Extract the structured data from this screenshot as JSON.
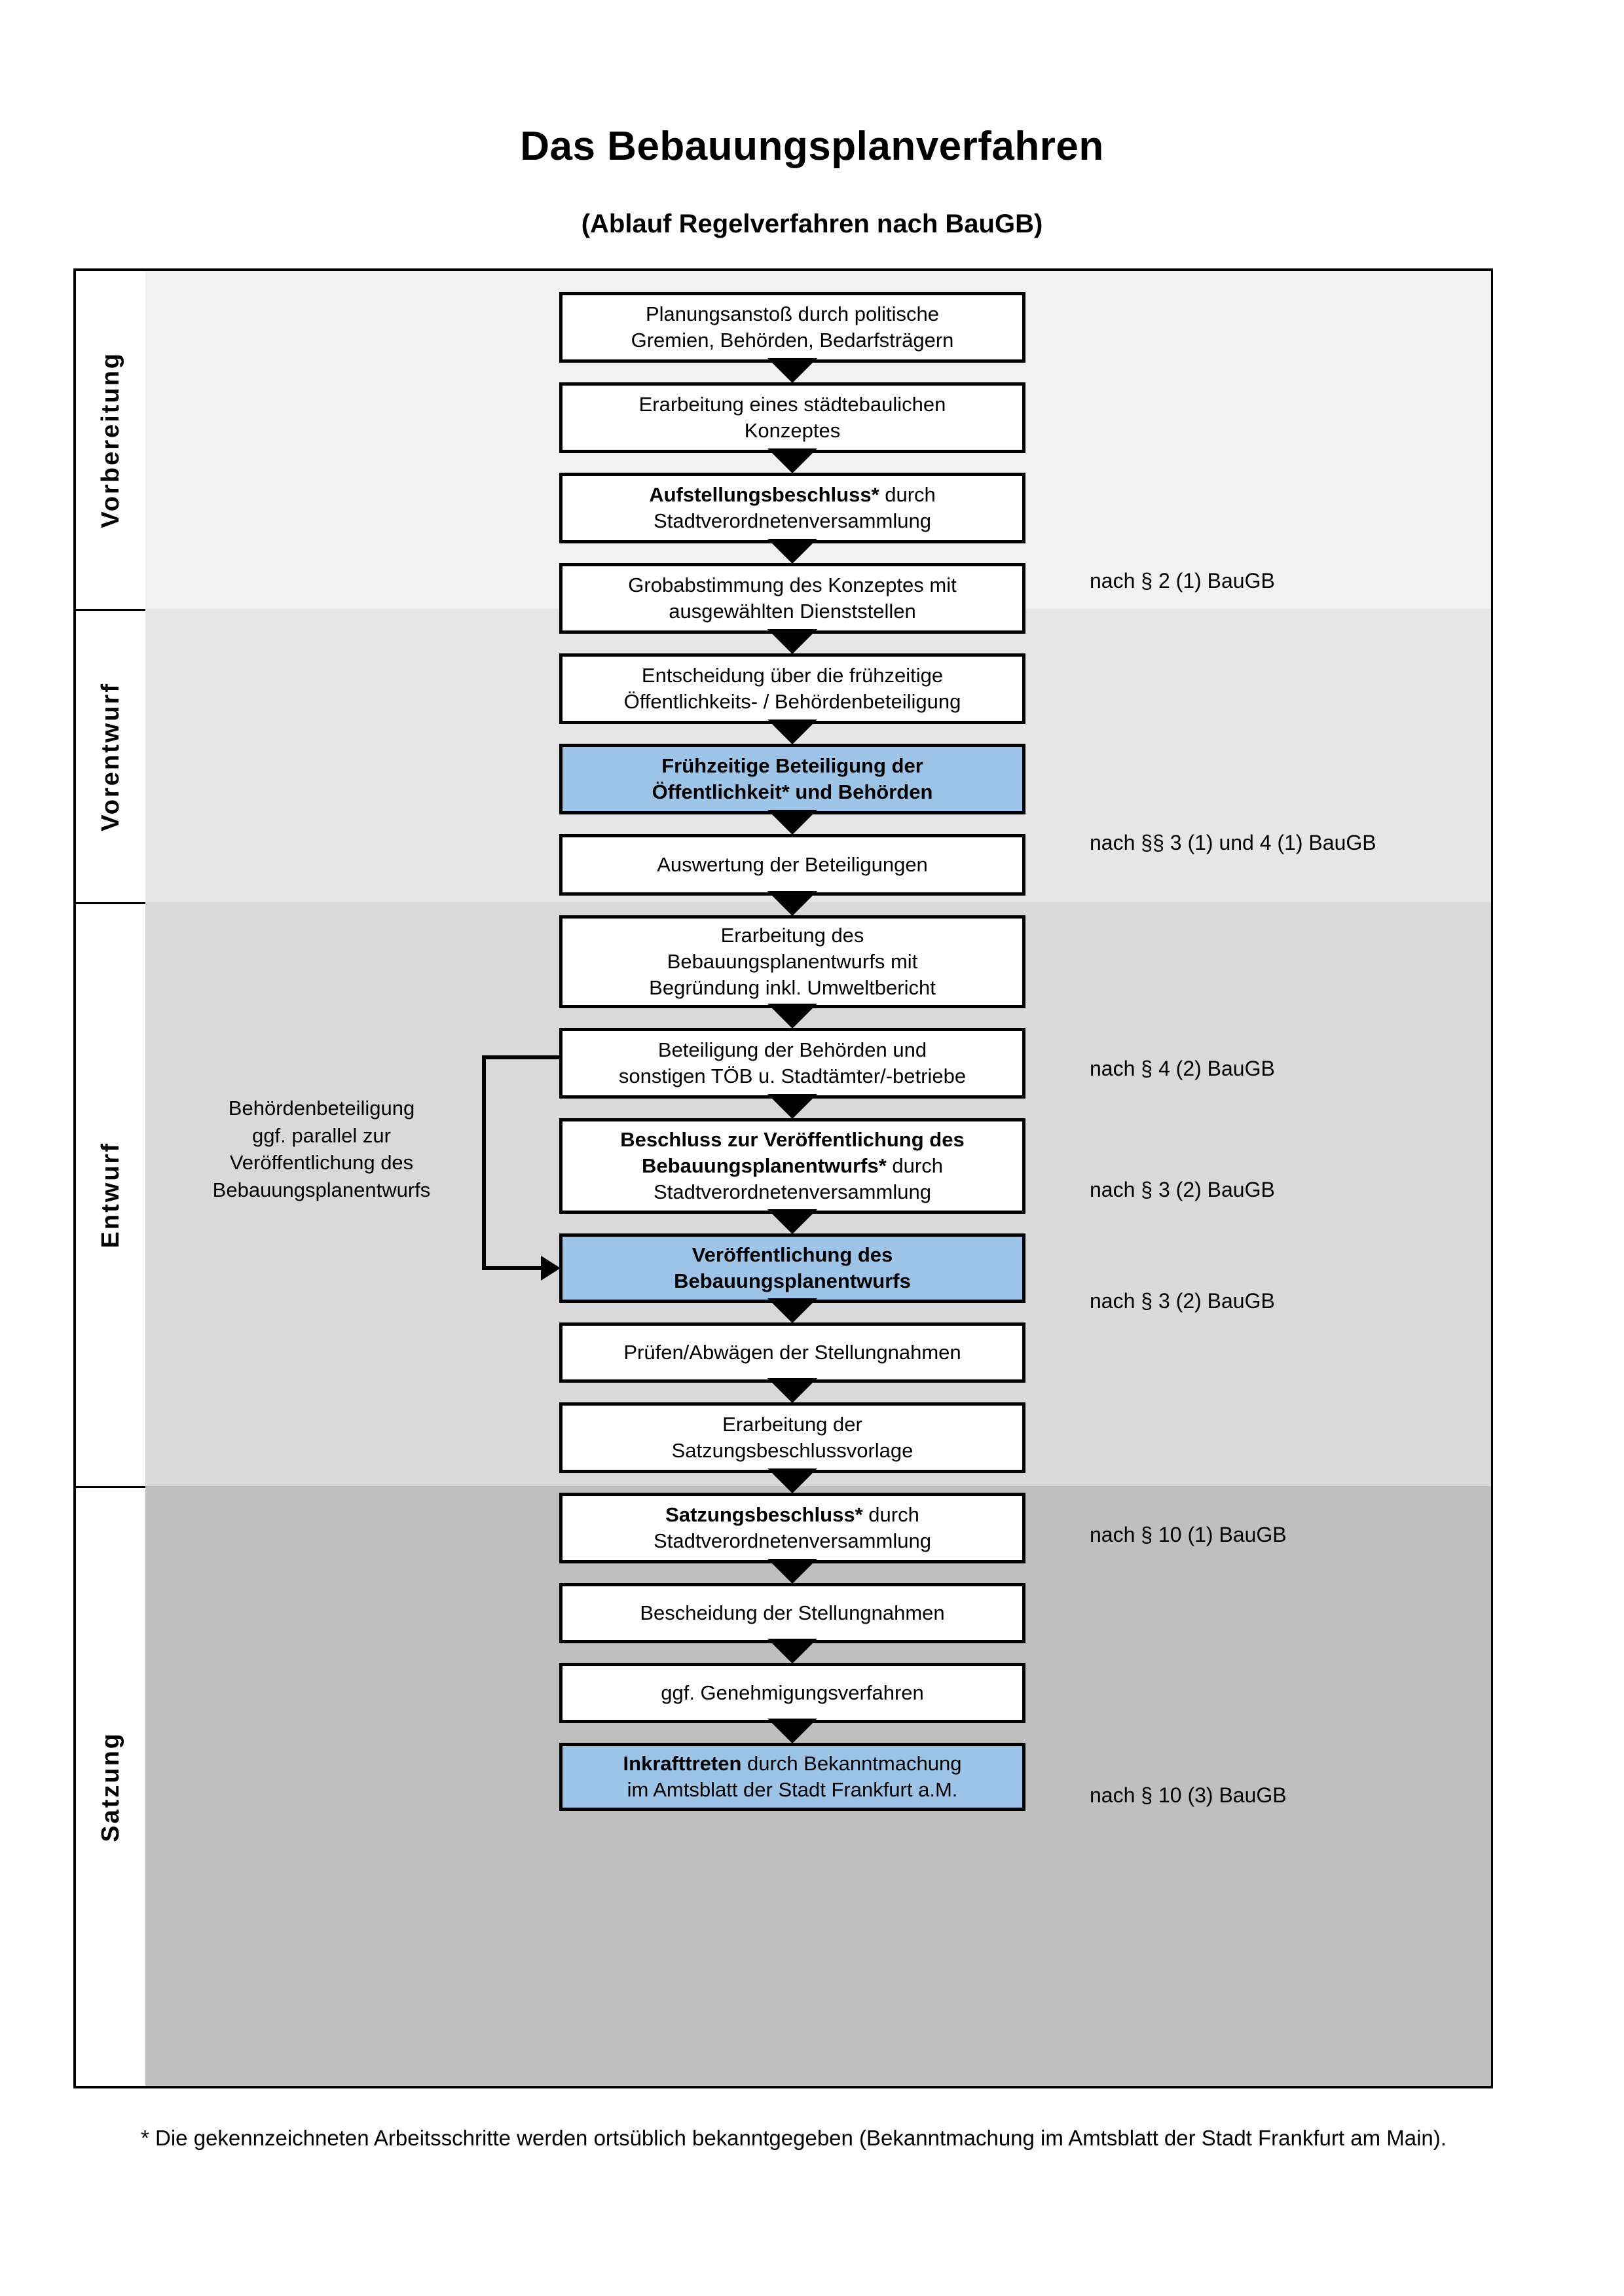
{
  "header": {
    "title": "Das Bebauungsplanverfahren",
    "subtitle": "(Ablauf Regelverfahren nach BauGB)"
  },
  "colors": {
    "highlight_blue": "#9DC3E6",
    "band_1": "#F1F1F1",
    "band_2": "#E6E6E6",
    "band_3": "#D9D9D9",
    "band_4": "#BFBFBF",
    "stroke": "#000000"
  },
  "phases": [
    {
      "label": "Vorbereitung"
    },
    {
      "label": "Vorentwurf"
    },
    {
      "label": "Entwurf"
    },
    {
      "label": "Satzung"
    }
  ],
  "side_note": {
    "lines": [
      "Behördenbeteiligung",
      "ggf. parallel zur",
      "Veröffentlichung des",
      "Bebauungsplanentwurfs"
    ]
  },
  "steps": [
    {
      "id": "planungsanstoss",
      "phase": "Vorbereitung",
      "highlight": false,
      "lines": [
        {
          "text": "Planungsanstoß durch politische",
          "bold": false
        },
        {
          "text": "Gremien, Behörden, Bedarfsträgern",
          "bold": false
        }
      ]
    },
    {
      "id": "staedtebauliches-konzept",
      "phase": "Vorbereitung",
      "highlight": false,
      "lines": [
        {
          "text": "Erarbeitung eines städtebaulichen",
          "bold": false
        },
        {
          "text": "Konzeptes",
          "bold": false
        }
      ]
    },
    {
      "id": "aufstellungsbeschluss",
      "phase": "Vorbereitung",
      "highlight": false,
      "lines": [
        {
          "text": "Aufstellungsbeschluss*",
          "bold": true,
          "suffix": " durch"
        },
        {
          "text": "Stadtverordnetenversammlung",
          "bold": false
        }
      ]
    },
    {
      "id": "grobabstimmung",
      "phase": "Vorentwurf",
      "highlight": false,
      "lines": [
        {
          "text": "Grobabstimmung des Konzeptes mit",
          "bold": false
        },
        {
          "text": "ausgewählten Dienststellen",
          "bold": false
        }
      ]
    },
    {
      "id": "entscheidung-fruehzeitige",
      "phase": "Vorentwurf",
      "highlight": false,
      "lines": [
        {
          "text": "Entscheidung über die frühzeitige",
          "bold": false
        },
        {
          "text": "Öffentlichkeits- / Behördenbeteiligung",
          "bold": false
        }
      ]
    },
    {
      "id": "fruehzeitige-beteiligung",
      "phase": "Vorentwurf",
      "highlight": true,
      "lines": [
        {
          "text": "Frühzeitige Beteiligung der",
          "bold": true
        },
        {
          "text": "Öffentlichkeit* und Behörden",
          "bold": true
        }
      ]
    },
    {
      "id": "auswertung",
      "phase": "Entwurf",
      "highlight": false,
      "lines": [
        {
          "text": "Auswertung der Beteiligungen",
          "bold": false
        }
      ]
    },
    {
      "id": "erarbeitung-entwurf",
      "phase": "Entwurf",
      "highlight": false,
      "lines": [
        {
          "text": "Erarbeitung des",
          "bold": false
        },
        {
          "text": "Bebauungsplanentwurfs mit",
          "bold": false
        },
        {
          "text": "Begründung inkl. Umweltbericht",
          "bold": false
        }
      ]
    },
    {
      "id": "beteiligung-behoerden",
      "phase": "Entwurf",
      "highlight": false,
      "lines": [
        {
          "text": "Beteiligung der Behörden und",
          "bold": false
        },
        {
          "text": "sonstigen TÖB u. Stadtämter/-betriebe",
          "bold": false
        }
      ]
    },
    {
      "id": "beschluss-veroeffentlichung",
      "phase": "Entwurf",
      "highlight": false,
      "lines": [
        {
          "text": "Beschluss zur Veröffentlichung des",
          "bold": true
        },
        {
          "text": "Bebauungsplanentwurfs*",
          "bold": true,
          "suffix": " durch"
        },
        {
          "text": "Stadtverordnetenversammlung",
          "bold": false
        }
      ]
    },
    {
      "id": "veroeffentlichung",
      "phase": "Entwurf",
      "highlight": true,
      "lines": [
        {
          "text": "Veröffentlichung des",
          "bold": true
        },
        {
          "text": "Bebauungsplanentwurfs",
          "bold": true
        }
      ]
    },
    {
      "id": "pruefen-abwaegen",
      "phase": "Satzung",
      "highlight": false,
      "lines": [
        {
          "text": "Prüfen/Abwägen der Stellungnahmen",
          "bold": false
        }
      ]
    },
    {
      "id": "satzungsbeschlussvorlage",
      "phase": "Satzung",
      "highlight": false,
      "lines": [
        {
          "text": "Erarbeitung der",
          "bold": false
        },
        {
          "text": "Satzungsbeschlussvorlage",
          "bold": false
        }
      ]
    },
    {
      "id": "satzungsbeschluss",
      "phase": "Satzung",
      "highlight": false,
      "lines": [
        {
          "text": "Satzungsbeschluss*",
          "bold": true,
          "suffix": " durch"
        },
        {
          "text": "Stadtverordnetenversammlung",
          "bold": false
        }
      ]
    },
    {
      "id": "bescheidung",
      "phase": "Satzung",
      "highlight": false,
      "lines": [
        {
          "text": "Bescheidung der Stellungnahmen",
          "bold": false
        }
      ]
    },
    {
      "id": "genehmigungsverfahren",
      "phase": "Satzung",
      "highlight": false,
      "lines": [
        {
          "text": "ggf. Genehmigungsverfahren",
          "bold": false
        }
      ]
    },
    {
      "id": "inkrafttreten",
      "phase": "Satzung",
      "highlight": true,
      "lines": [
        {
          "text": "Inkrafttreten",
          "bold": true,
          "suffix": " durch Bekanntmachung"
        },
        {
          "text": "im Amtsblatt der Stadt Frankfurt a.M.",
          "bold": false
        }
      ]
    }
  ],
  "references": [
    {
      "id": "ref-aufstellungsbeschluss",
      "text": "nach § 2 (1) BauGB"
    },
    {
      "id": "ref-fruehzeitige",
      "text": "nach §§ 3 (1) und 4 (1) BauGB"
    },
    {
      "id": "ref-beteiligung-behoerden",
      "text": "nach § 4 (2) BauGB"
    },
    {
      "id": "ref-beschluss-veroeffentlichung",
      "text": "nach § 3 (2) BauGB"
    },
    {
      "id": "ref-veroeffentlichung",
      "text": "nach § 3 (2) BauGB"
    },
    {
      "id": "ref-satzungsbeschluss",
      "text": "nach § 10 (1) BauGB"
    },
    {
      "id": "ref-inkrafttreten",
      "text": "nach § 10 (3) BauGB"
    }
  ],
  "footnote": {
    "text": "* Die gekennzeichneten Arbeitsschritte werden ortsüblich bekanntgegeben (Bekanntmachung im Amtsblatt  der Stadt Frankfurt am Main)."
  }
}
